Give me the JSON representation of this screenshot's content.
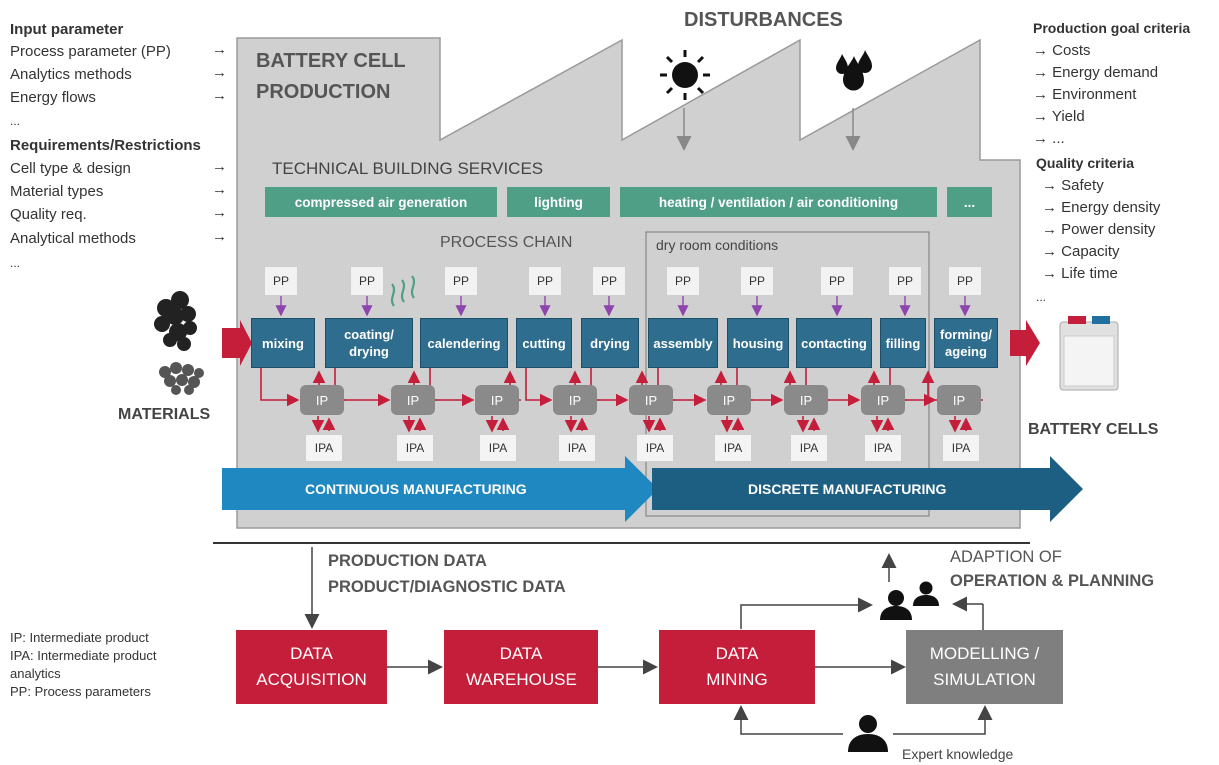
{
  "input": {
    "title": "Input parameter",
    "items": [
      "Process parameter (PP)",
      "Analytics methods",
      "Energy flows",
      "..."
    ],
    "req_title": "Requirements/Restrictions",
    "req_items": [
      "Cell type & design",
      "Material types",
      "Quality req.",
      "Analytical methods",
      "..."
    ],
    "arrow": "→"
  },
  "factory": {
    "title_line1": "BATTERY CELL",
    "title_line2": "PRODUCTION",
    "disturbances": "DISTURBANCES",
    "tbs_title": "TECHNICAL BUILDING SERVICES",
    "tbs_boxes": [
      "compressed air generation",
      "lighting",
      "heating / ventilation / air conditioning",
      "..."
    ],
    "process_chain": "PROCESS CHAIN",
    "dry_room": "dry room conditions",
    "pp": "PP",
    "ip": "IP",
    "ipa": "IPA",
    "steps": [
      "mixing",
      "coating/ drying",
      "calendering",
      "cutting",
      "drying",
      "assembly",
      "housing",
      "contacting",
      "filling",
      "forming/ ageing"
    ],
    "continuous": "CONTINUOUS MANUFACTURING",
    "discrete": "DISCRETE MANUFACTURING"
  },
  "materials": "MATERIALS",
  "battery_cells": "BATTERY CELLS",
  "goals": {
    "title": "Production goal criteria",
    "items": [
      "→ Costs",
      "→ Energy demand",
      "→ Environment",
      "→ Yield",
      "→ ..."
    ],
    "quality_title": "Quality criteria",
    "quality_items": [
      "→ Safety",
      "→ Energy density",
      "→ Power density",
      "→ Capacity",
      "→ Life time",
      "..."
    ]
  },
  "data_flow": {
    "production_data": "PRODUCTION DATA",
    "product_data": "PRODUCT/DIAGNOSTIC DATA",
    "adaption_line1": "ADAPTION OF",
    "adaption_line2": "OPERATION & PLANNING",
    "acquisition": "DATA ACQUISITION",
    "warehouse": "DATA WAREHOUSE",
    "mining": "DATA MINING",
    "modelling": "MODELLING / SIMULATION",
    "expert": "Expert knowledge"
  },
  "legend": {
    "ip": "IP: Intermediate product",
    "ipa1": "IPA: Intermediate product",
    "ipa2": "analytics",
    "pp": "PP: Process parameters"
  },
  "colors": {
    "factory_gray": "#d0d0d0",
    "step_blue": "#2e6d8d",
    "tbs_green": "#4f9e86",
    "data_red": "#c41e3a",
    "model_gray": "#7f7f7f",
    "continuous_blue": "#1f88c1",
    "discrete_blue": "#1d5f82"
  }
}
